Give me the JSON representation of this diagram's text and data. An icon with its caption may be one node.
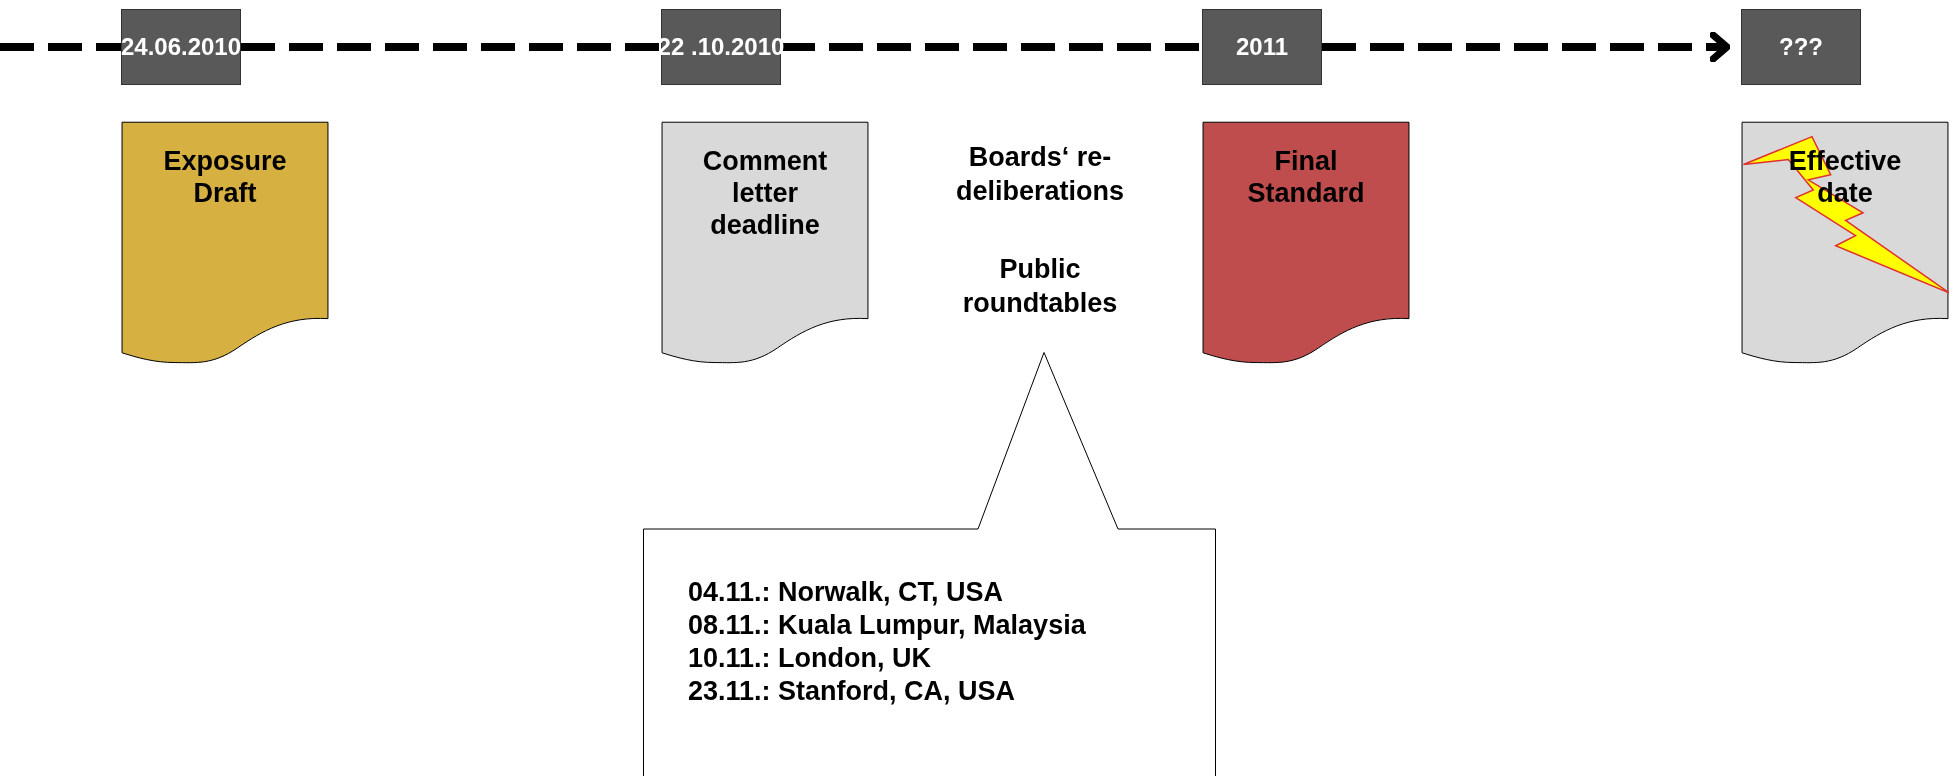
{
  "diagram": {
    "nodes": [
      {
        "text": [
          "24.06.2010"
        ]
      },
      {
        "text": [
          "22 .10.2010"
        ]
      },
      {
        "text": [
          "2011"
        ]
      },
      {
        "text": [
          "???"
        ]
      },
      {
        "text": [
          "Exposure Draft"
        ]
      },
      {
        "text": [
          "Comment letter deadline"
        ]
      },
      {
        "text": [
          "Boards‘ re-deliberations"
        ]
      },
      {
        "text": [
          "Public roundtables"
        ]
      },
      {
        "text": [
          "Final Standard"
        ]
      },
      {
        "text": [
          "Effective date"
        ]
      },
      {
        "text": [
          "04.11.: Norwalk, CT, USA",
          "08.11.: Kuala Lumpur, Malaysia",
          "10.11.: London, UK",
          "23.11.: Stanford, CA, USA"
        ]
      }
    ],
    "edges": [
      {
        "from": null,
        "to": 0,
        "arrow": "none",
        "style": "dashed"
      },
      {
        "from": 0,
        "to": 1,
        "arrow": "none",
        "style": "dashed"
      },
      {
        "from": 1,
        "to": 2,
        "arrow": "none",
        "style": "dashed"
      },
      {
        "from": 2,
        "to": 3,
        "arrow": "to",
        "style": "dashed"
      }
    ]
  }
}
